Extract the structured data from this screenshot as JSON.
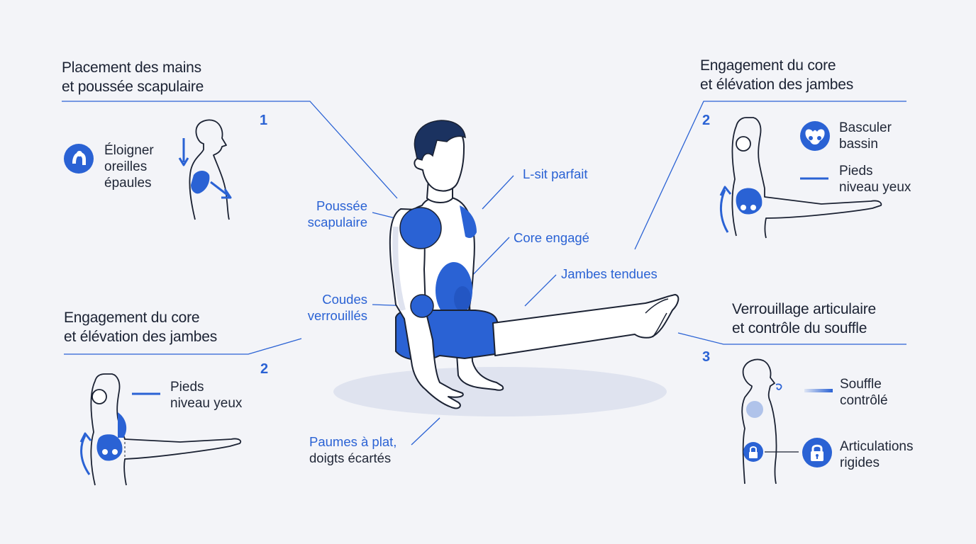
{
  "sections": {
    "top_left": {
      "title_lines": [
        "Placement des mains",
        "et poussée scapulaire"
      ],
      "number": "1",
      "tips": [
        {
          "icon": "shoulder-icon",
          "lines": [
            "Éloigner",
            "oreilles",
            "épaules"
          ]
        }
      ]
    },
    "top_right": {
      "title_lines": [
        "Engagement du core",
        "et élévation des jambes"
      ],
      "number": "2",
      "tips": [
        {
          "icon": "pelvis-icon",
          "lines": [
            "Basculer",
            "bassin"
          ]
        },
        {
          "icon": "dash-icon",
          "lines": [
            "Pieds",
            "niveau yeux"
          ]
        }
      ]
    },
    "bottom_left": {
      "title_lines": [
        "Engagement du core",
        "et élévation des jambes"
      ],
      "number": "2",
      "tips": [
        {
          "icon": "dash-icon",
          "lines": [
            "Pieds",
            "niveau yeux"
          ]
        }
      ]
    },
    "bottom_right": {
      "title_lines": [
        "Verrouillage articulaire",
        "et contrôle du souffle"
      ],
      "number": "3",
      "tips": [
        {
          "icon": "breath-icon",
          "lines": [
            "Souffle",
            "contrôlé"
          ]
        },
        {
          "icon": "lock-icon",
          "lines": [
            "Articulations",
            "rigides"
          ]
        }
      ]
    }
  },
  "figure_labels": {
    "scapular_push": [
      "Poussée",
      "scapulaire"
    ],
    "perfect_lsit": "L-sit parfait",
    "core_engaged": "Core engagé",
    "legs_straight": "Jambes tendues",
    "elbows_locked": [
      "Coudes",
      "verrouillés"
    ],
    "palms_flat": [
      "Paumes à plat,",
      "doigts écartés"
    ]
  },
  "colors": {
    "accent": "#2a62d4",
    "outline": "#1b2233",
    "background": "#f3f4f8",
    "shadow": "#dfe3ef"
  }
}
